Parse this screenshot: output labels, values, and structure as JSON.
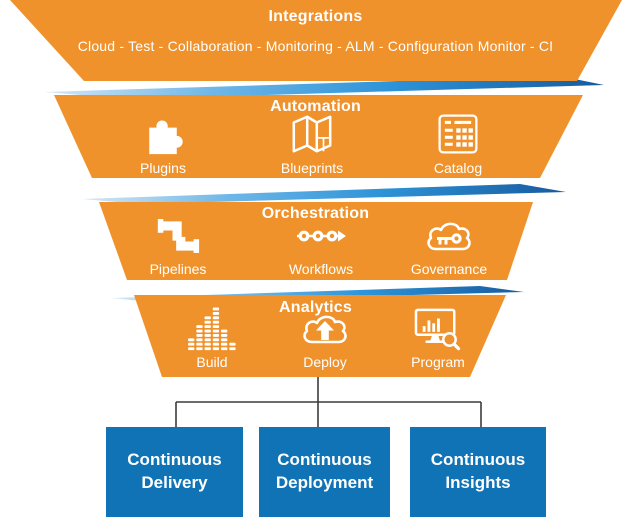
{
  "colors": {
    "orange": "#F0922B",
    "box_blue": "#0F73B5",
    "ribbon_light": "#D6E7F5",
    "ribbon_mid": "#2E93D8",
    "ribbon_dark": "#175A9E",
    "connector": "#3C3C3C",
    "text": "#FFFFFF"
  },
  "funnel": {
    "levels": [
      {
        "title": "Integrations",
        "subtitle": "Cloud - Test - Collaboration - Monitoring - ALM - Configuration Monitor - CI",
        "items": []
      },
      {
        "title": "Automation",
        "items": [
          {
            "icon": "plugins-icon",
            "label": "Plugins"
          },
          {
            "icon": "blueprints-icon",
            "label": "Blueprints"
          },
          {
            "icon": "catalog-icon",
            "label": "Catalog"
          }
        ]
      },
      {
        "title": "Orchestration",
        "items": [
          {
            "icon": "pipelines-icon",
            "label": "Pipelines"
          },
          {
            "icon": "workflows-icon",
            "label": "Workflows"
          },
          {
            "icon": "governance-icon",
            "label": "Governance"
          }
        ]
      },
      {
        "title": "Analytics",
        "items": [
          {
            "icon": "build-icon",
            "label": "Build"
          },
          {
            "icon": "deploy-icon",
            "label": "Deploy"
          },
          {
            "icon": "program-icon",
            "label": "Program"
          }
        ]
      }
    ]
  },
  "outcomes": [
    {
      "label": "Continuous Delivery"
    },
    {
      "label": "Continuous Deployment"
    },
    {
      "label": "Continuous Insights"
    }
  ]
}
